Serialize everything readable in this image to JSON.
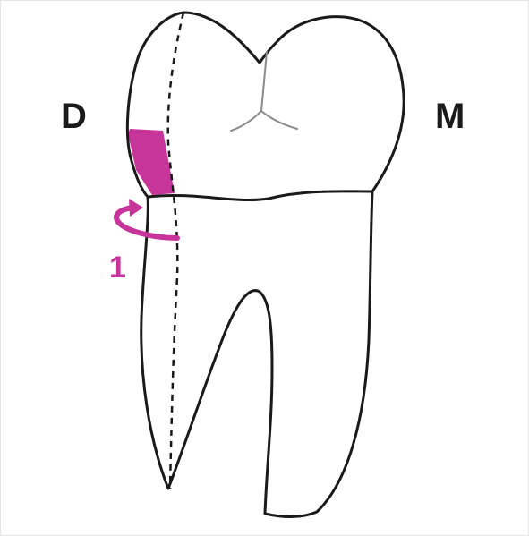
{
  "labels": {
    "distal": "D",
    "mesial": "M",
    "step": "1"
  },
  "colors": {
    "outline": "#1a1a1a",
    "highlight": "#c8359a",
    "fissure": "#8a8a8a",
    "background": "#ffffff"
  },
  "icons": {
    "rotation": "curved-arrow-icon"
  }
}
